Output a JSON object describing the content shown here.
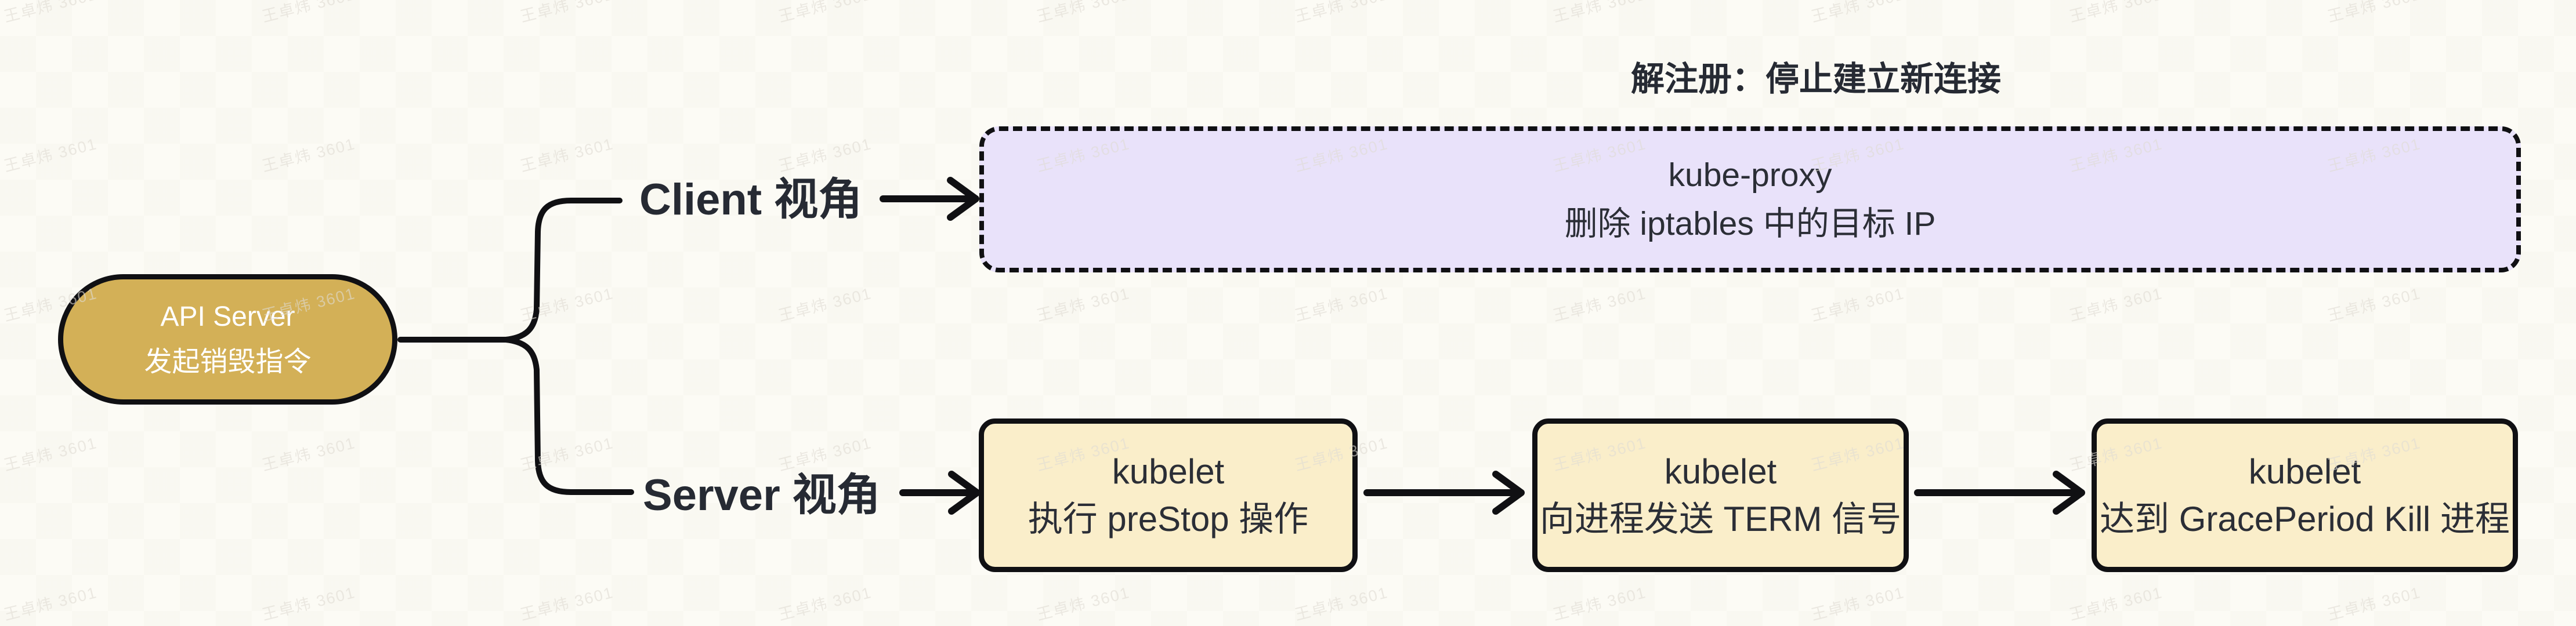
{
  "watermark": {
    "text": "王卓炜 3601"
  },
  "colors": {
    "background": "#fcfbf5",
    "ink": "#101013",
    "root_fill": "#d3b057",
    "step_fill": "#faeeca",
    "client_fill": "#e9e2fa",
    "text_dark": "#2b2e36",
    "label_color": "#262a33",
    "root_text": "#ffffff"
  },
  "root": {
    "line1": "API Server",
    "line2": "发起销毁指令"
  },
  "client_branch": {
    "label": "Client 视角",
    "annotation": "解注册：停止建立新连接",
    "node": {
      "line1": "kube-proxy",
      "line2": "删除 iptables 中的目标 IP"
    }
  },
  "server_branch": {
    "label": "Server 视角",
    "steps": [
      {
        "line1": "kubelet",
        "line2": "执行 preStop 操作"
      },
      {
        "line1": "kubelet",
        "line2": "向进程发送 TERM 信号"
      },
      {
        "line1": "kubelet",
        "line2": "达到 GracePeriod Kill 进程"
      }
    ]
  }
}
